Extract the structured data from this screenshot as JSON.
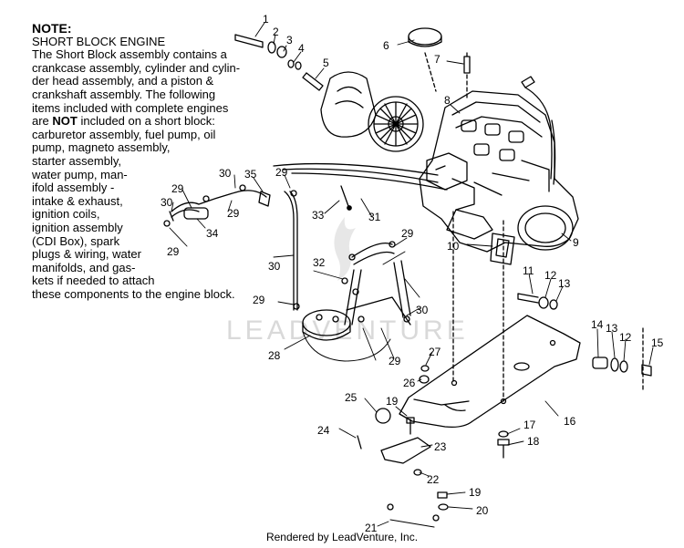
{
  "note": {
    "heading": "NOTE:",
    "subheading": "SHORT BLOCK ENGINE",
    "lines": [
      "The Short Block assembly contains a",
      "crankcase assembly, cylinder and cylin-",
      "der head assembly, and a piston &",
      "crankshaft assembly.  The following",
      "items included with complete engines",
      "included on a short block:",
      "carburetor assembly, fuel pump, oil",
      "pump, magneto assembly,",
      "starter assembly,",
      "water pump, man-",
      "ifold assembly -",
      "intake & exhaust,",
      "ignition coils,",
      "ignition assembly",
      "(CDI Box), spark",
      "plugs & wiring, water",
      "manifolds, and gas-",
      "kets if needed to attach",
      "these components to the engine block."
    ],
    "line6_prefix": "are ",
    "line6_bold": "NOT"
  },
  "watermark": "LEADVENTURE",
  "footer": "Rendered by LeadVenture, Inc.",
  "callouts": [
    {
      "id": "c1",
      "text": "1"
    },
    {
      "id": "c2",
      "text": "2"
    },
    {
      "id": "c3",
      "text": "3"
    },
    {
      "id": "c4",
      "text": "4"
    },
    {
      "id": "c5",
      "text": "5"
    },
    {
      "id": "c6",
      "text": "6"
    },
    {
      "id": "c7",
      "text": "7"
    },
    {
      "id": "c8",
      "text": "8"
    },
    {
      "id": "c9",
      "text": "9"
    },
    {
      "id": "c10",
      "text": "10"
    },
    {
      "id": "c11",
      "text": "11"
    },
    {
      "id": "c12",
      "text": "12"
    },
    {
      "id": "c13",
      "text": "13"
    },
    {
      "id": "c14",
      "text": "14"
    },
    {
      "id": "c13b",
      "text": "13"
    },
    {
      "id": "c12b",
      "text": "12"
    },
    {
      "id": "c15",
      "text": "15"
    },
    {
      "id": "c16",
      "text": "16"
    },
    {
      "id": "c17",
      "text": "17"
    },
    {
      "id": "c18",
      "text": "18"
    },
    {
      "id": "c19",
      "text": "19"
    },
    {
      "id": "c19b",
      "text": "19"
    },
    {
      "id": "c20",
      "text": "20"
    },
    {
      "id": "c21",
      "text": "21"
    },
    {
      "id": "c22",
      "text": "22"
    },
    {
      "id": "c23",
      "text": "23"
    },
    {
      "id": "c24",
      "text": "24"
    },
    {
      "id": "c25",
      "text": "25"
    },
    {
      "id": "c26",
      "text": "26"
    },
    {
      "id": "c27",
      "text": "27"
    },
    {
      "id": "c28",
      "text": "28"
    },
    {
      "id": "c29a",
      "text": "29"
    },
    {
      "id": "c29b",
      "text": "29"
    },
    {
      "id": "c29c",
      "text": "29"
    },
    {
      "id": "c29d",
      "text": "29"
    },
    {
      "id": "c29e",
      "text": "29"
    },
    {
      "id": "c29f",
      "text": "29"
    },
    {
      "id": "c29g",
      "text": "29"
    },
    {
      "id": "c30a",
      "text": "30"
    },
    {
      "id": "c30b",
      "text": "30"
    },
    {
      "id": "c30c",
      "text": "30"
    },
    {
      "id": "c30d",
      "text": "30"
    },
    {
      "id": "c31",
      "text": "31"
    },
    {
      "id": "c32",
      "text": "32"
    },
    {
      "id": "c33",
      "text": "33"
    },
    {
      "id": "c34",
      "text": "34"
    },
    {
      "id": "c35",
      "text": "35"
    }
  ]
}
